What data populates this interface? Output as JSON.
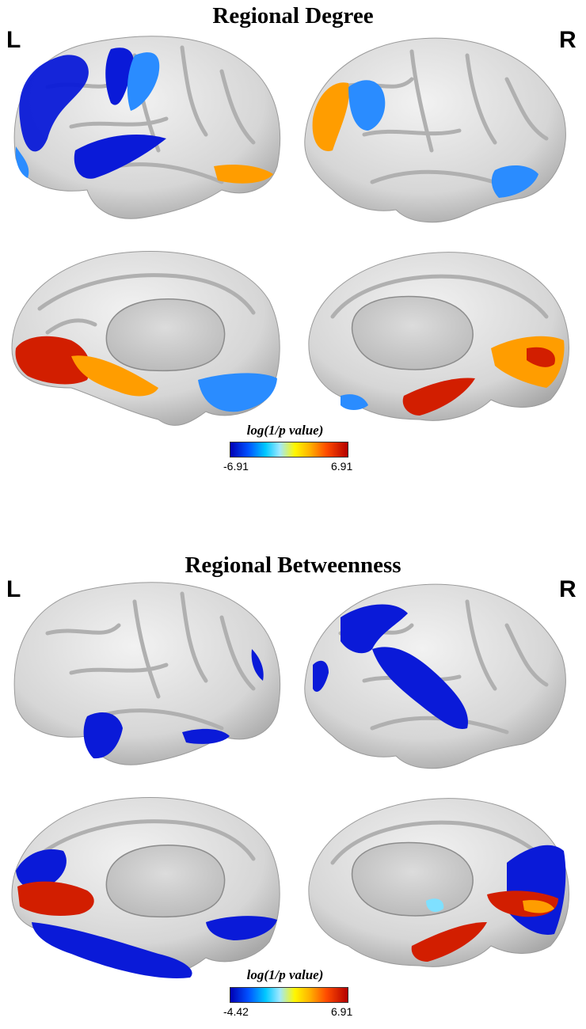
{
  "panels": [
    {
      "title": "Regional Degree",
      "left_label": "L",
      "right_label": "R",
      "colorbar": {
        "label": "log(1/p value)",
        "min": "-6.91",
        "max": "6.91"
      }
    },
    {
      "title": "Regional Betweenness",
      "left_label": "L",
      "right_label": "R",
      "colorbar": {
        "label": "log(1/p value)",
        "min": "-4.42",
        "max": "6.91"
      }
    }
  ],
  "colors": {
    "cortex": "#d4d4d4",
    "medial_wall": "#c9c9c9",
    "strong_negative": "#0a1ad8",
    "negative": "#2a8cff",
    "weak": "#9ee8ff",
    "positive": "#ff9d00",
    "strong_positive": "#d21e00"
  }
}
